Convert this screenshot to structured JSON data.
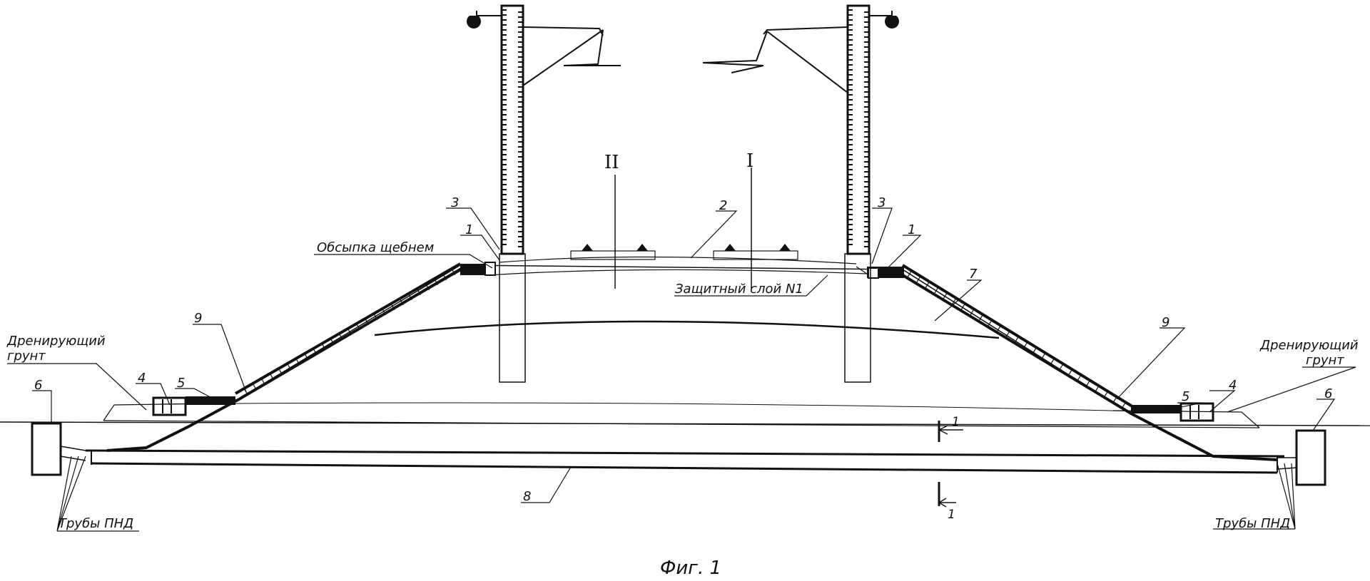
{
  "labels": {
    "ballast_fill": "Обсыпка щебнем",
    "protective_layer": "Защитный слой N1",
    "drain_soil_line1": "Дренирующий",
    "drain_soil_line2": "грунт",
    "hdpe_pipes": "Трубы ПНД",
    "track_1": "I",
    "track_2": "II",
    "section_mark": "1",
    "caption": "Фиг. 1"
  },
  "refs": {
    "r1": "1",
    "r2": "2",
    "r3": "3",
    "r4": "4",
    "r5": "5",
    "r6": "6",
    "r7": "7",
    "r8": "8",
    "r9": "9"
  }
}
